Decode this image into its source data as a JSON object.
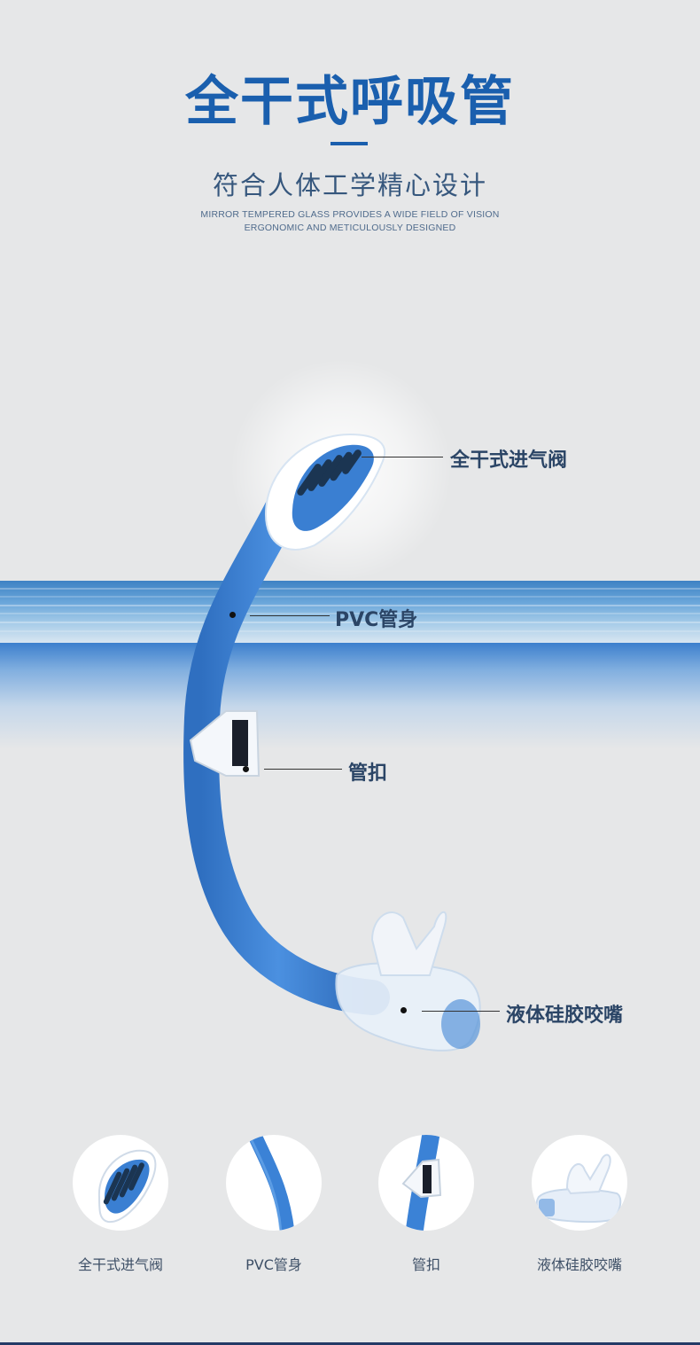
{
  "header": {
    "title": "全干式呼吸管",
    "subtitle": "符合人体工学精心设计",
    "english_line_1": "MIRROR TEMPERED GLASS PROVIDES A WIDE FIELD OF VISION",
    "english_line_2": "ERGONOMIC AND METICULOUSLY DESIGNED"
  },
  "callouts": [
    {
      "label": "全干式进气阀"
    },
    {
      "label": "PVC管身"
    },
    {
      "label": "管扣"
    },
    {
      "label": "液体硅胶咬嘴"
    }
  ],
  "thumbnails": [
    {
      "caption": "全干式进气阀",
      "icon": "dry-valve-detail-icon"
    },
    {
      "caption": "PVC管身",
      "icon": "pvc-tube-detail-icon"
    },
    {
      "caption": "管扣",
      "icon": "tube-clip-detail-icon"
    },
    {
      "caption": "液体硅胶咬嘴",
      "icon": "mouthpiece-detail-icon"
    }
  ],
  "colors": {
    "background": "#e6e7e8",
    "title_blue": "#1a5fae",
    "tube_blue": "#3b82d6",
    "label_text": "#2b4566"
  }
}
